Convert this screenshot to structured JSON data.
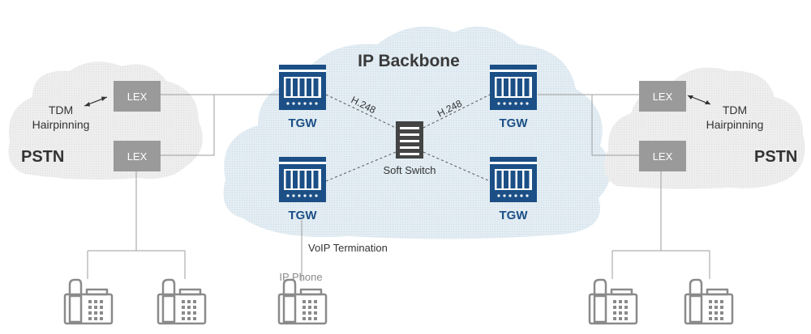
{
  "cloud_title": "IP Backbone",
  "pstn_left": "PSTN",
  "pstn_right": "PSTN",
  "lex_label": "LEX",
  "tgw_label": "TGW",
  "protocol_label": "H.248",
  "softswitch_label": "Soft Switch",
  "voip_label": "VoIP Termination",
  "ipphone_label": "IP Phone",
  "hairpin_line1": "TDM",
  "hairpin_line2": "Hairpinning",
  "colors": {
    "tgw_blue": "#1b4f86",
    "lex_gray": "#9a9a9a",
    "ip_cloud": "#dfeaf1",
    "pstn_cloud": "#ececec",
    "phone_gray": "#8a8a8a",
    "line_gray": "#9e9e9e"
  },
  "icons": [
    "tgw-gateway-icon",
    "lex-switch-icon",
    "soft-switch-icon",
    "telephone-icon",
    "ip-phone-icon",
    "cloud-shape"
  ]
}
